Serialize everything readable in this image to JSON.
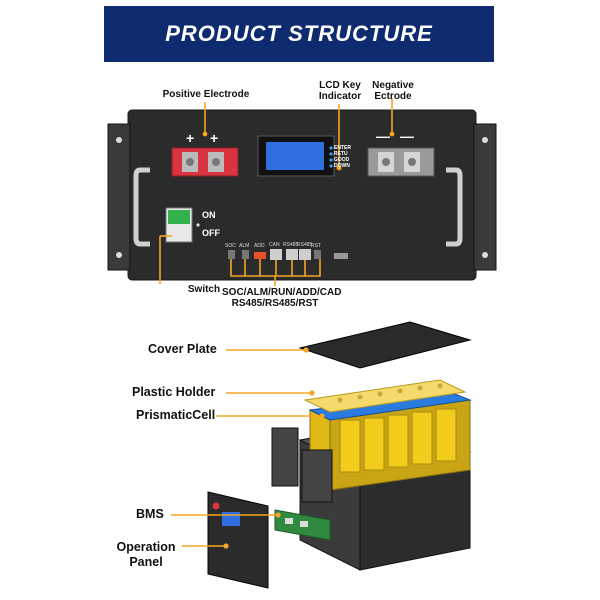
{
  "banner": {
    "title": "PRODUCT STRUCTURE"
  },
  "front_panel": {
    "positive_label": "Positive Electrode",
    "lcd_label": "LCD Key Indicator",
    "negative_label": "Negative Ectrode",
    "switch_label": "Switch",
    "on_text": "ON",
    "off_text": "OFF",
    "positive_signs": [
      "+",
      "+"
    ],
    "negative_signs": [
      "—",
      "—"
    ],
    "led_indicators": [
      "ENTER",
      "RETU",
      "GOOD",
      "DOWN"
    ],
    "port_labels": [
      "SOC",
      "ALM",
      "ADD",
      "CAN",
      "RS485",
      "RS485",
      "RST"
    ],
    "ports_caption_line1": "SOC/ALM/RUN/ADD/CAD",
    "ports_caption_line2": "RS485/RS485/RST"
  },
  "exploded_view": {
    "labels": [
      "Cover Plate",
      "Plastic Holder",
      "PrismaticCell",
      "BMS",
      "Operation Panel"
    ]
  },
  "colors": {
    "banner": "#0d2b6e",
    "callout": "#f5a623",
    "cell_yellow": "#f2cc1b",
    "lcd_blue": "#2f6fe0",
    "terminal_red": "#d9343f",
    "case_dark": "#2b2b2b"
  }
}
